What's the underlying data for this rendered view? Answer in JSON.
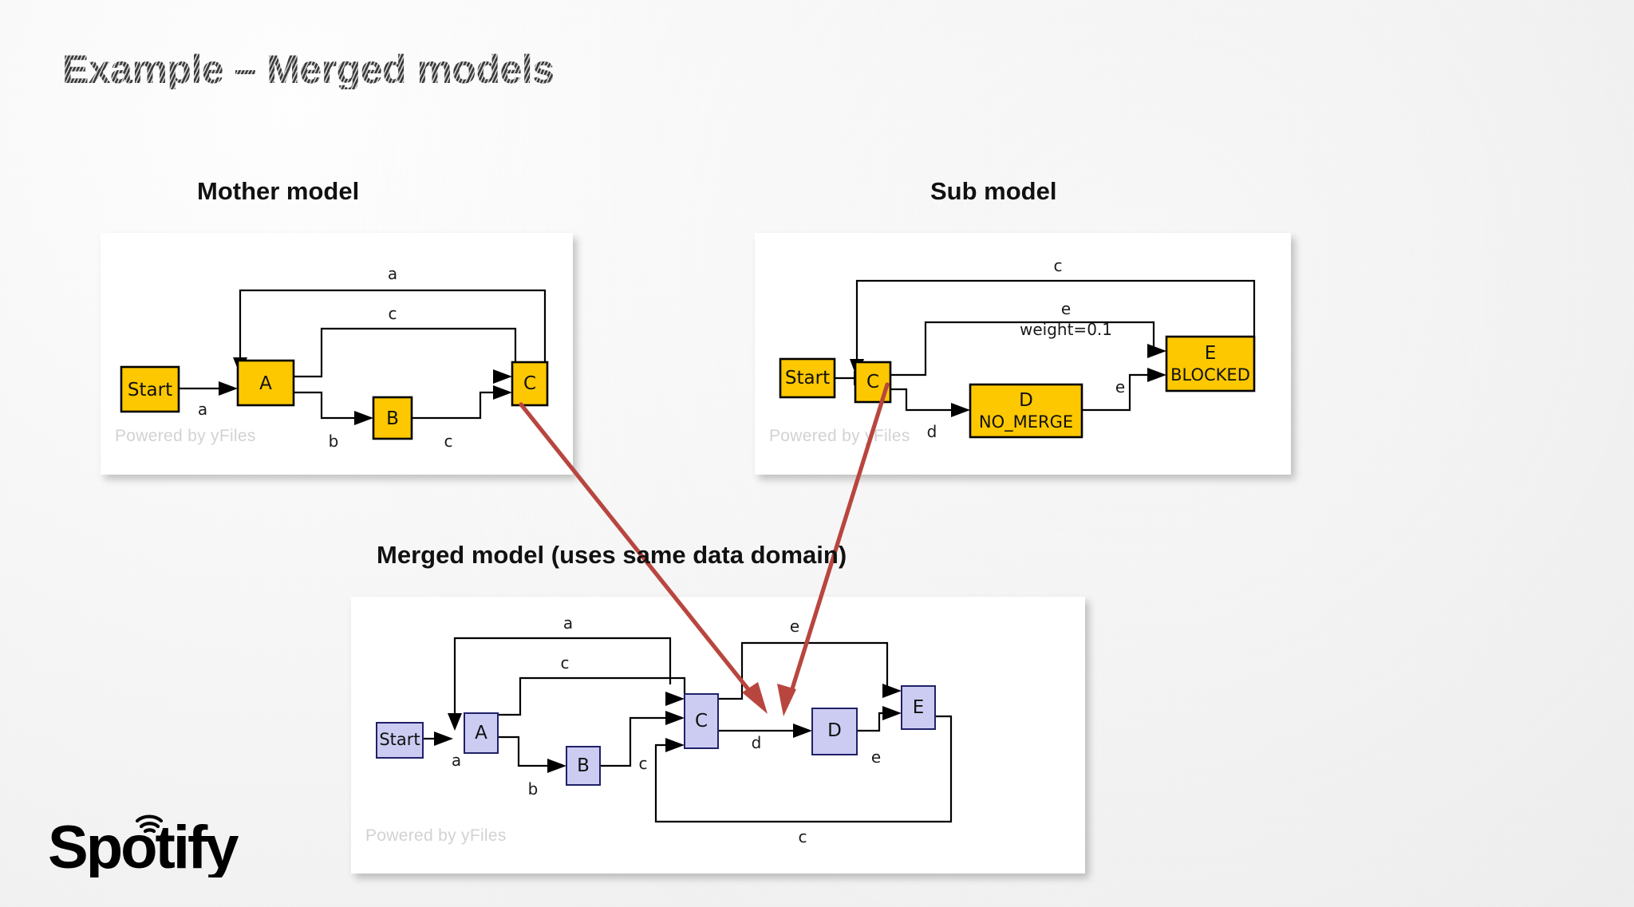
{
  "slide": {
    "title": "Example – Merged models",
    "brand": "Spotify",
    "brand_logo_icon": "spotify-wordmark-logo"
  },
  "sections": [
    {
      "key": "mother",
      "caption": "Mother model",
      "watermark": "Powered by yFiles",
      "node_style": "yellow",
      "nodes": [
        {
          "id": "start",
          "label": "Start"
        },
        {
          "id": "a",
          "label": "A"
        },
        {
          "id": "b",
          "label": "B"
        },
        {
          "id": "c",
          "label": "C"
        }
      ],
      "edges": [
        {
          "from": "start",
          "to": "a",
          "label": "a"
        },
        {
          "from": "a",
          "to": "b",
          "label": "b"
        },
        {
          "from": "b",
          "to": "c",
          "label": "c"
        },
        {
          "from": "a",
          "to": "c",
          "label": "c"
        },
        {
          "from": "c",
          "to": "a",
          "label": "a"
        }
      ]
    },
    {
      "key": "sub",
      "caption": "Sub model",
      "watermark": "Powered by yFiles",
      "node_style": "yellow",
      "nodes": [
        {
          "id": "start",
          "label": "Start"
        },
        {
          "id": "c",
          "label": "C"
        },
        {
          "id": "d",
          "label": "D",
          "label2": "NO_MERGE"
        },
        {
          "id": "e",
          "label": "E",
          "label2": "BLOCKED"
        }
      ],
      "edges": [
        {
          "from": "start",
          "to": "c",
          "label": ""
        },
        {
          "from": "c",
          "to": "d",
          "label": "d"
        },
        {
          "from": "c",
          "to": "e",
          "label": "e",
          "label2": "weight=0.1"
        },
        {
          "from": "d",
          "to": "e",
          "label": "e"
        },
        {
          "from": "e",
          "to": "c",
          "label": "c"
        }
      ]
    },
    {
      "key": "merged",
      "caption": "Merged model (uses same data domain)",
      "watermark": "Powered by yFiles",
      "node_style": "lavender",
      "nodes": [
        {
          "id": "start",
          "label": "Start"
        },
        {
          "id": "a",
          "label": "A"
        },
        {
          "id": "b",
          "label": "B"
        },
        {
          "id": "c",
          "label": "C"
        },
        {
          "id": "d",
          "label": "D"
        },
        {
          "id": "e",
          "label": "E"
        }
      ],
      "edges": [
        {
          "from": "start",
          "to": "a",
          "label": "a"
        },
        {
          "from": "a",
          "to": "b",
          "label": "b"
        },
        {
          "from": "b",
          "to": "c",
          "label": "c"
        },
        {
          "from": "a",
          "to": "c",
          "label": "c"
        },
        {
          "from": "c",
          "to": "a",
          "label": "a"
        },
        {
          "from": "c",
          "to": "d",
          "label": "d"
        },
        {
          "from": "d",
          "to": "e",
          "label": "e"
        },
        {
          "from": "c",
          "to": "e",
          "label": "e"
        },
        {
          "from": "e",
          "to": "c",
          "label": "c"
        }
      ]
    }
  ],
  "connectors": {
    "description": "red-arrows-from-mother-C-and-sub-C-to-merged-C",
    "color": "#b8463f",
    "arrows": [
      {
        "from": "mother-node-c",
        "to": "merged-node-c"
      },
      {
        "from": "sub-node-c",
        "to": "merged-node-c"
      }
    ]
  },
  "colors": {
    "node_yellow": "#fdc800",
    "node_lavender": "#ccccf2",
    "connector_red": "#b8463f",
    "watermark_grey": "#d2d2d2",
    "background": "#f0f0f0"
  }
}
